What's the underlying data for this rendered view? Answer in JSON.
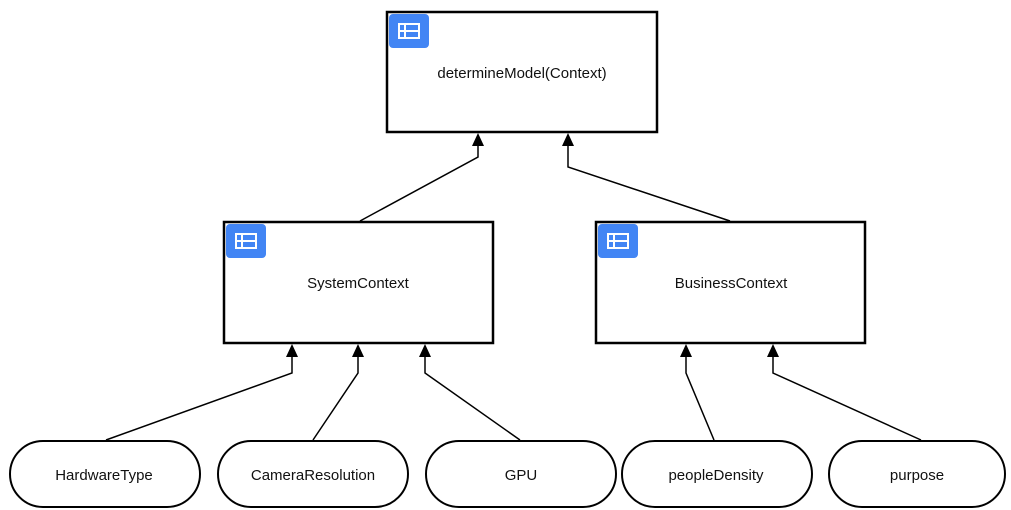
{
  "diagram": {
    "colors": {
      "stroke": "#000000",
      "fill": "#ffffff",
      "badge": "#4285f4",
      "text": "#111111"
    },
    "nodes": {
      "determine_model": {
        "label": "determineModel(Context)",
        "shape": "rectangle",
        "icon": "table-icon"
      },
      "system_context": {
        "label": "SystemContext",
        "shape": "rectangle",
        "icon": "table-icon"
      },
      "business_context": {
        "label": "BusinessContext",
        "shape": "rectangle",
        "icon": "table-icon"
      },
      "hardware_type": {
        "label": "HardwareType",
        "shape": "rounded-pill"
      },
      "camera_resolution": {
        "label": "CameraResolution",
        "shape": "rounded-pill"
      },
      "gpu": {
        "label": "GPU",
        "shape": "rounded-pill"
      },
      "people_density": {
        "label": "peopleDensity",
        "shape": "rounded-pill"
      },
      "purpose": {
        "label": "purpose",
        "shape": "rounded-pill"
      }
    },
    "edges": [
      {
        "from": "system_context",
        "to": "determine_model"
      },
      {
        "from": "business_context",
        "to": "determine_model"
      },
      {
        "from": "hardware_type",
        "to": "system_context"
      },
      {
        "from": "camera_resolution",
        "to": "system_context"
      },
      {
        "from": "gpu",
        "to": "system_context"
      },
      {
        "from": "people_density",
        "to": "business_context"
      },
      {
        "from": "purpose",
        "to": "business_context"
      }
    ]
  }
}
